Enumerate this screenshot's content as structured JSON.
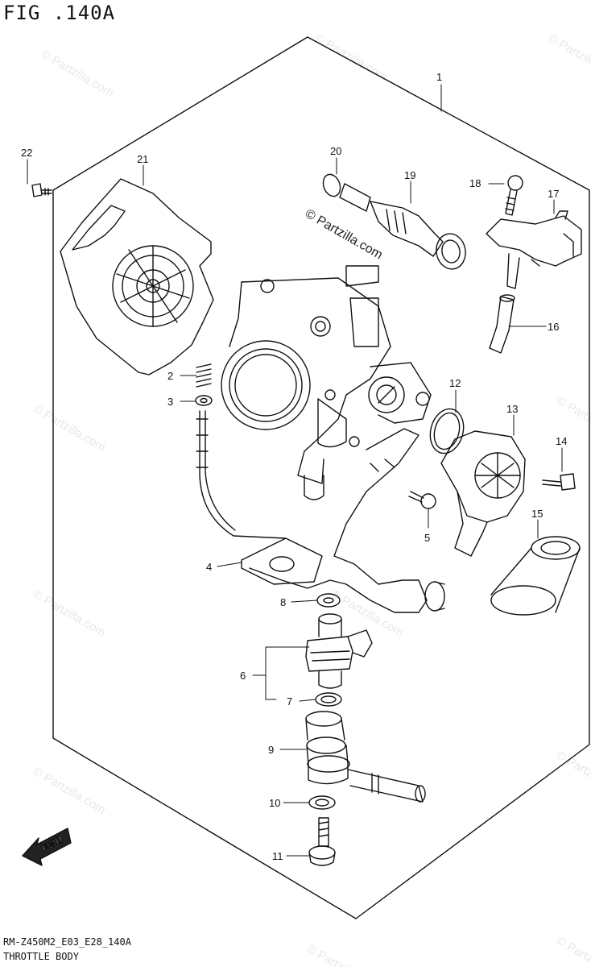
{
  "figure": {
    "title": "FIG .140A",
    "code": "RM-Z450M2_E03_E28_140A",
    "name": "THROTTLE BODY"
  },
  "watermark": "© Partzilla.com",
  "fwd_label": "FWD",
  "callouts": [
    "1",
    "2",
    "3",
    "4",
    "5",
    "6",
    "7",
    "8",
    "9",
    "10",
    "11",
    "12",
    "13",
    "14",
    "15",
    "16",
    "17",
    "18",
    "19",
    "20",
    "21",
    "22"
  ]
}
